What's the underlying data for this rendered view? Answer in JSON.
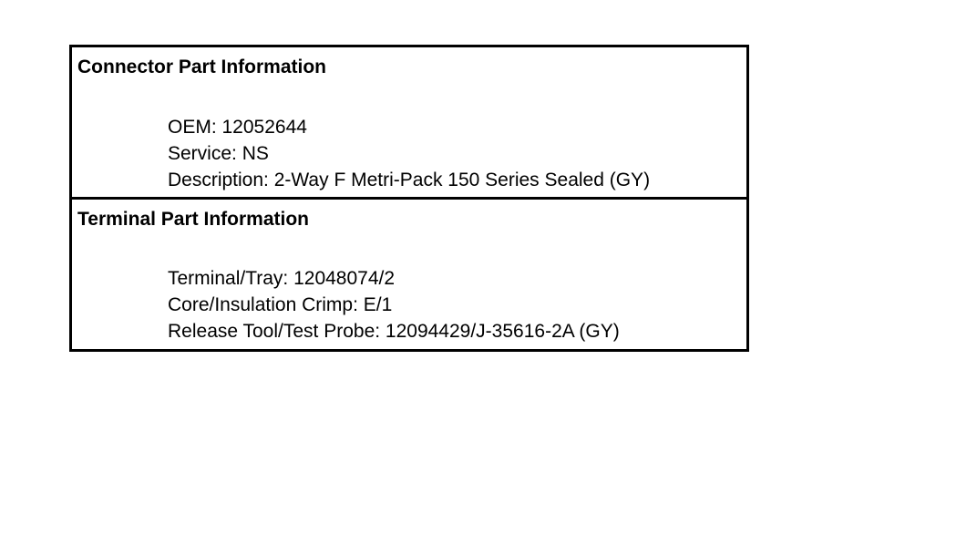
{
  "connector": {
    "title": "Connector Part Information",
    "lines": [
      "OEM: 12052644",
      "Service: NS",
      "Description: 2-Way F Metri-Pack 150 Series Sealed (GY)"
    ]
  },
  "terminal": {
    "title": "Terminal Part Information",
    "lines": [
      "Terminal/Tray: 12048074/2",
      "Core/Insulation Crimp: E/1",
      "Release Tool/Test Probe: 12094429/J-35616-2A (GY)"
    ]
  }
}
